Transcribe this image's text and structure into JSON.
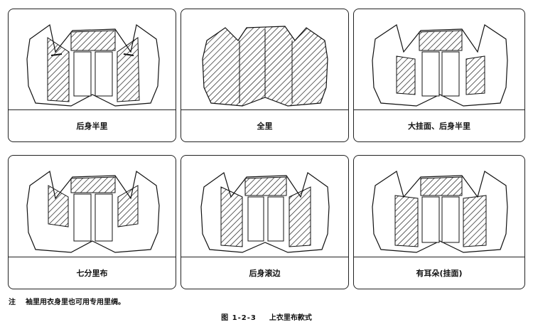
{
  "panels": [
    {
      "caption": "后身半里",
      "style": "half-back"
    },
    {
      "caption": "全里",
      "style": "full"
    },
    {
      "caption": "大挂面、后身半里",
      "style": "large-facing"
    },
    {
      "caption": "七分里布",
      "style": "seven-tenths"
    },
    {
      "caption": "后身滚边",
      "style": "bound-back"
    },
    {
      "caption": "有耳朵(挂面)",
      "style": "ear-facing"
    }
  ],
  "note": {
    "lead": "注",
    "text": "袖里用衣身里也可用专用里绸。"
  },
  "figure": {
    "number": "图 1-2-3",
    "title": "上衣里布款式"
  }
}
